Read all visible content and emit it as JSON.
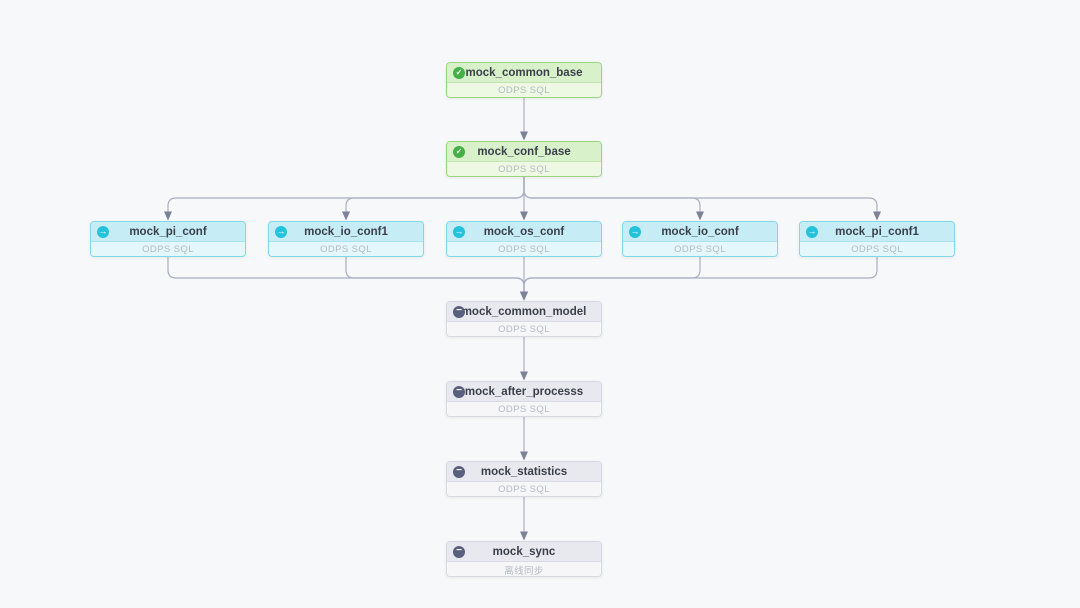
{
  "colors": {
    "background": "#f7f8fa",
    "edge": "#a9aec3",
    "arrowhead": "#7b8299",
    "status_success": "#45b045",
    "status_running": "#25c2dc",
    "status_waiting": "#5a6080",
    "node_success_fill": "#d8f1ca",
    "node_running_fill": "#c6edf6",
    "node_waiting_fill": "#e8e8ef"
  },
  "nodes": [
    {
      "id": "mock_common_base",
      "title": "mock_common_base",
      "subtitle": "ODPS SQL",
      "status": "success",
      "icon": "check-circle-icon"
    },
    {
      "id": "mock_conf_base",
      "title": "mock_conf_base",
      "subtitle": "ODPS SQL",
      "status": "success",
      "icon": "check-circle-icon"
    },
    {
      "id": "mock_pi_conf",
      "title": "mock_pi_conf",
      "subtitle": "ODPS SQL",
      "status": "running",
      "icon": "arrow-right-circle-icon"
    },
    {
      "id": "mock_io_conf1",
      "title": "mock_io_conf1",
      "subtitle": "ODPS SQL",
      "status": "running",
      "icon": "arrow-right-circle-icon"
    },
    {
      "id": "mock_os_conf",
      "title": "mock_os_conf",
      "subtitle": "ODPS SQL",
      "status": "running",
      "icon": "arrow-right-circle-icon"
    },
    {
      "id": "mock_io_conf",
      "title": "mock_io_conf",
      "subtitle": "ODPS SQL",
      "status": "running",
      "icon": "arrow-right-circle-icon"
    },
    {
      "id": "mock_pi_conf1",
      "title": "mock_pi_conf1",
      "subtitle": "ODPS SQL",
      "status": "running",
      "icon": "arrow-right-circle-icon"
    },
    {
      "id": "mock_common_model",
      "title": "mock_common_model",
      "subtitle": "ODPS SQL",
      "status": "waiting",
      "icon": "minus-circle-icon"
    },
    {
      "id": "mock_after_processs",
      "title": "mock_after_processs",
      "subtitle": "ODPS SQL",
      "status": "waiting",
      "icon": "minus-circle-icon"
    },
    {
      "id": "mock_statistics",
      "title": "mock_statistics",
      "subtitle": "ODPS SQL",
      "status": "waiting",
      "icon": "minus-circle-icon"
    },
    {
      "id": "mock_sync",
      "title": "mock_sync",
      "subtitle": "离线同步",
      "status": "waiting",
      "icon": "minus-circle-icon"
    }
  ],
  "edges": [
    {
      "from": "mock_common_base",
      "to": "mock_conf_base"
    },
    {
      "from": "mock_conf_base",
      "to": "mock_pi_conf"
    },
    {
      "from": "mock_conf_base",
      "to": "mock_io_conf1"
    },
    {
      "from": "mock_conf_base",
      "to": "mock_os_conf"
    },
    {
      "from": "mock_conf_base",
      "to": "mock_io_conf"
    },
    {
      "from": "mock_conf_base",
      "to": "mock_pi_conf1"
    },
    {
      "from": "mock_pi_conf",
      "to": "mock_common_model"
    },
    {
      "from": "mock_io_conf1",
      "to": "mock_common_model"
    },
    {
      "from": "mock_os_conf",
      "to": "mock_common_model"
    },
    {
      "from": "mock_io_conf",
      "to": "mock_common_model"
    },
    {
      "from": "mock_pi_conf1",
      "to": "mock_common_model"
    },
    {
      "from": "mock_common_model",
      "to": "mock_after_processs"
    },
    {
      "from": "mock_after_processs",
      "to": "mock_statistics"
    },
    {
      "from": "mock_statistics",
      "to": "mock_sync"
    }
  ]
}
